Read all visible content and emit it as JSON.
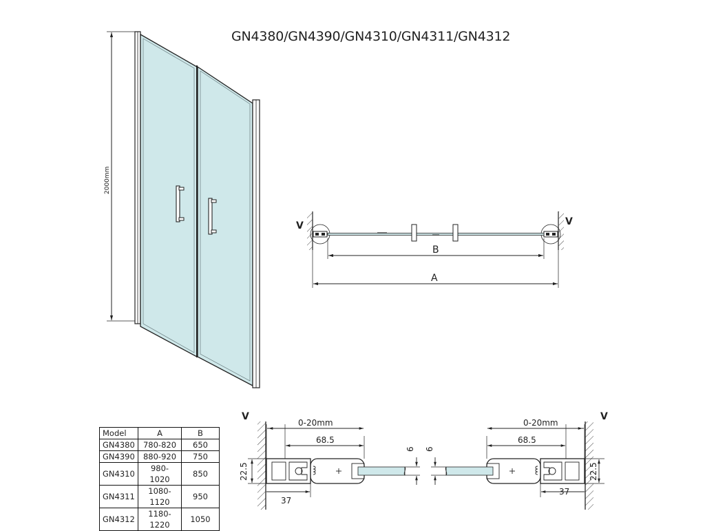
{
  "title": "GN4380/GN4390/GN4310/GN4311/GN4312",
  "door": {
    "height_label": "2000mm"
  },
  "plan": {
    "wall_label_left": "V",
    "wall_label_right": "V",
    "dim_b_label": "B",
    "dim_a_label": "A"
  },
  "detail_left": {
    "wall_label": "V",
    "gap_label": "0-20mm",
    "depth_label": "68.5",
    "glass_label": "6",
    "profile_label": "22.5",
    "width_label": "37"
  },
  "detail_right": {
    "wall_label": "V",
    "gap_label": "0-20mm",
    "depth_label": "68.5",
    "glass_label": "6",
    "profile_label": "22.5",
    "width_label": "37"
  },
  "table": {
    "headers": [
      "Model",
      "A",
      "B"
    ],
    "rows": [
      [
        "GN4380",
        "780-820",
        "650"
      ],
      [
        "GN4390",
        "880-920",
        "750"
      ],
      [
        "GN4310",
        "980-1020",
        "850"
      ],
      [
        "GN4311",
        "1080-1120",
        "950"
      ],
      [
        "GN4312",
        "1180-1220",
        "1050"
      ]
    ]
  },
  "colors": {
    "glass": "#cfe8ea",
    "line": "#222222"
  }
}
